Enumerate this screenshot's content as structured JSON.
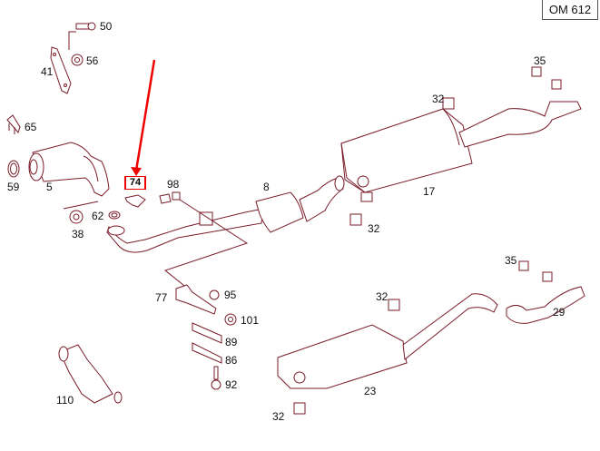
{
  "diagram": {
    "engine_label": "OM 612",
    "highlighted_part": "74",
    "accent_color": "#ee0000",
    "line_color": "#7a1c28",
    "parts": [
      {
        "id": "p50",
        "label": "50",
        "name": "bolt"
      },
      {
        "id": "p56",
        "label": "56",
        "name": "nut"
      },
      {
        "id": "p41",
        "label": "41",
        "name": "bracket"
      },
      {
        "id": "p65",
        "label": "65",
        "name": "clamp"
      },
      {
        "id": "p59",
        "label": "59",
        "name": "seal-ring"
      },
      {
        "id": "p5",
        "label": "5",
        "name": "catalytic-converter"
      },
      {
        "id": "p74",
        "label": "74",
        "name": "gasket"
      },
      {
        "id": "p98",
        "label": "98",
        "name": "clamp"
      },
      {
        "id": "p38",
        "label": "38",
        "name": "nut"
      },
      {
        "id": "p62",
        "label": "62",
        "name": "seal-ring"
      },
      {
        "id": "p8",
        "label": "8",
        "name": "front-pipe-with-converter"
      },
      {
        "id": "p17",
        "label": "17",
        "name": "rear-muffler"
      },
      {
        "id": "p32a",
        "label": "32",
        "name": "rubber-mount"
      },
      {
        "id": "p32b",
        "label": "32",
        "name": "rubber-mount"
      },
      {
        "id": "p35a",
        "label": "35",
        "name": "rubber-mount"
      },
      {
        "id": "p77",
        "label": "77",
        "name": "bracket"
      },
      {
        "id": "p95",
        "label": "95",
        "name": "nut"
      },
      {
        "id": "p101",
        "label": "101",
        "name": "nut"
      },
      {
        "id": "p89",
        "label": "89",
        "name": "plate"
      },
      {
        "id": "p86",
        "label": "86",
        "name": "plate"
      },
      {
        "id": "p92",
        "label": "92",
        "name": "bolt"
      },
      {
        "id": "p110",
        "label": "110",
        "name": "particulate-filter"
      },
      {
        "id": "p32c",
        "label": "32",
        "name": "rubber-mount"
      },
      {
        "id": "p23",
        "label": "23",
        "name": "rear-muffler"
      },
      {
        "id": "p32d",
        "label": "32",
        "name": "rubber-mount"
      },
      {
        "id": "p35b",
        "label": "35",
        "name": "rubber-mount"
      },
      {
        "id": "p29",
        "label": "29",
        "name": "tail-pipe"
      }
    ]
  }
}
